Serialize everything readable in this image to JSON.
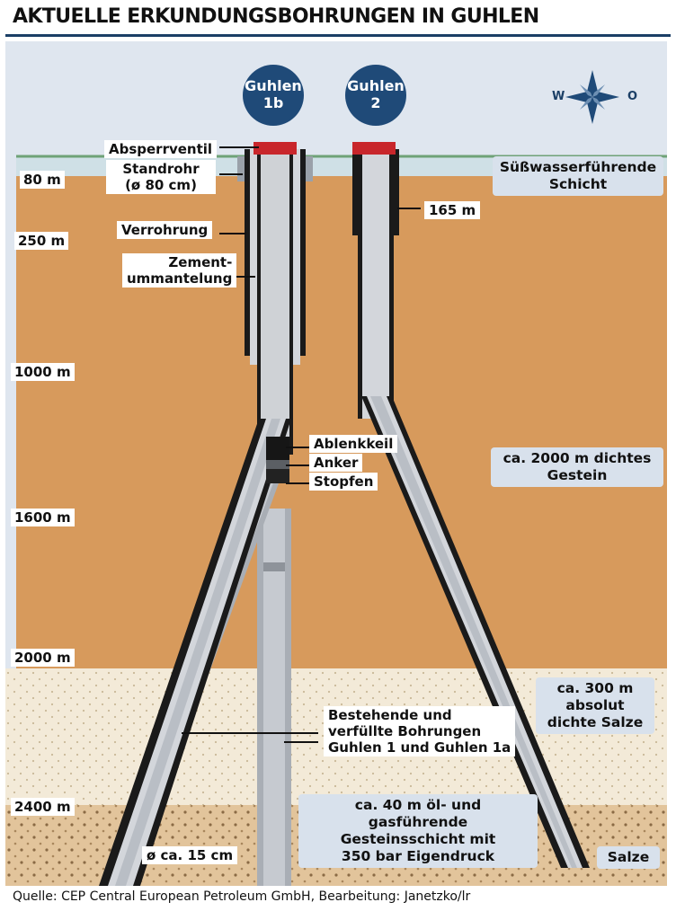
{
  "title": "AKTUELLE ERKUNDUNGSBOHRUNGEN IN GUHLEN",
  "source": "Quelle: CEP Central European Petroleum GmbH, Bearbeitung: Janetzko/lr",
  "wells": [
    {
      "line1": "Guhlen",
      "line2": "1b"
    },
    {
      "line1": "Guhlen",
      "line2": "2"
    }
  ],
  "compass": {
    "west": "W",
    "east": "O"
  },
  "depths": [
    "80 m",
    "250 m",
    "1000 m",
    "1600 m",
    "2000 m",
    "2400 m"
  ],
  "labels": {
    "absperrventil": "Absperrventil",
    "standrohr": [
      "Standrohr",
      "(ø 80 cm)"
    ],
    "verrohrung": "Verrohrung",
    "zement": [
      "Zement-",
      "ummantelung"
    ],
    "depth_165": "165 m",
    "ablenkkeil": "Ablenkkeil",
    "anker": "Anker",
    "stopfen": "Stopfen",
    "bestehende": [
      "Bestehende und",
      "verfüllte Bohrungen",
      "Guhlen 1 und Guhlen 1a"
    ],
    "diameter": "ø ca. 15 cm"
  },
  "layers": {
    "suesswasser": [
      "Süßwasserführende",
      "Schicht"
    ],
    "gestein": [
      "ca. 2000 m dichtes",
      "Gestein"
    ],
    "salze_dicht": [
      "ca. 300 m",
      "absolut",
      "dichte Salze"
    ],
    "oel": [
      "ca. 40 m öl- und gasführende",
      "Gesteinsschicht mit",
      "350 bar Eigendruck"
    ],
    "salze": "Salze"
  },
  "colors": {
    "rock": "#d79a5c",
    "salt": "#f3ead8",
    "oil_layer": "#e2c49b",
    "water_line": "#6fa277",
    "pipe": "#b9bec5",
    "casing": "#151515",
    "valve": "#c8262b",
    "badge": "#1f4a78"
  }
}
